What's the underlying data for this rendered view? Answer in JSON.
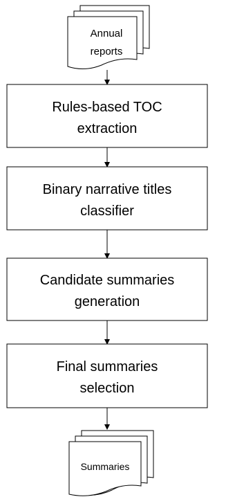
{
  "flowchart": {
    "input_document": {
      "lines": [
        "Annual",
        "reports"
      ]
    },
    "steps": [
      {
        "lines": [
          "Rules-based TOC",
          "extraction"
        ]
      },
      {
        "lines": [
          "Binary narrative titles",
          "classifier"
        ]
      },
      {
        "lines": [
          "Candidate summaries",
          "generation"
        ]
      },
      {
        "lines": [
          "Final summaries",
          "selection"
        ]
      }
    ],
    "output_document": {
      "lines": [
        "Summaries"
      ]
    }
  }
}
